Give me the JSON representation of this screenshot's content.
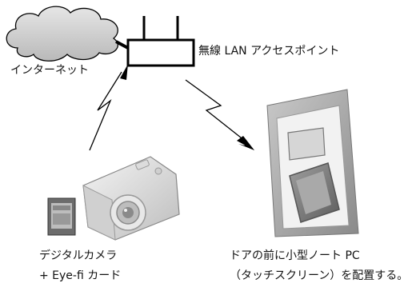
{
  "labels": {
    "internet": "インターネット",
    "access_point": "無線 LAN アクセスポイント",
    "camera_line1": "デジタルカメラ",
    "camera_line2": "+ Eye-fi カード",
    "pc_line1": "ドアの前に小型ノート PC",
    "pc_line2": "（タッチスクリーン）を配置する。"
  },
  "colors": {
    "line": "#000000",
    "cloud_fill": "#cfcfcf",
    "frame_gray": "#9a9a9a",
    "panel_light": "#eeeeee"
  },
  "icons": {
    "cloud": "cloud-icon",
    "router": "wireless-router-icon",
    "camera": "digital-camera-icon",
    "sd_card": "sd-card-icon",
    "tablet_door": "touchscreen-on-door-icon"
  }
}
